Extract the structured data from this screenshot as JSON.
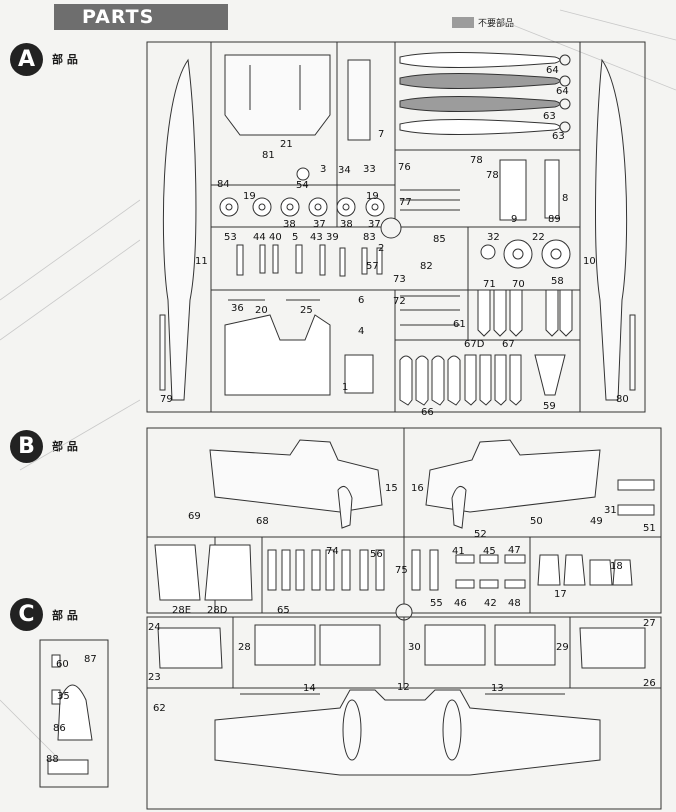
{
  "header": {
    "title": "PARTS",
    "legend_text": "不要部品",
    "legend_color": "#9c9c9c"
  },
  "sections": [
    {
      "letter": "A",
      "label": "部 品"
    },
    {
      "letter": "B",
      "label": "部 品"
    },
    {
      "letter": "C",
      "label": "部 品"
    }
  ],
  "part_numbers": {
    "a": [
      "64",
      "64",
      "63",
      "63",
      "7",
      "21",
      "81",
      "3",
      "84",
      "54",
      "34",
      "33",
      "76",
      "78",
      "78",
      "8",
      "77",
      "9",
      "89",
      "19",
      "19",
      "38",
      "37",
      "38",
      "37",
      "53",
      "44",
      "40",
      "5",
      "43",
      "39",
      "83",
      "2",
      "85",
      "82",
      "32",
      "22",
      "57",
      "11",
      "10",
      "73",
      "72",
      "71",
      "70",
      "58",
      "6",
      "4",
      "36",
      "20",
      "25",
      "61",
      "1",
      "67D",
      "67",
      "66",
      "59",
      "79",
      "80"
    ],
    "b": [
      "15",
      "16",
      "69",
      "68",
      "31",
      "50",
      "49",
      "51",
      "52",
      "74",
      "56",
      "75",
      "41",
      "45",
      "47",
      "55",
      "46",
      "42",
      "48",
      "17",
      "18",
      "65",
      "28E",
      "28D"
    ],
    "c": [
      "24",
      "27",
      "28",
      "30",
      "29",
      "23",
      "26",
      "14",
      "12",
      "13",
      "62",
      "60",
      "87",
      "35",
      "86",
      "88"
    ]
  }
}
